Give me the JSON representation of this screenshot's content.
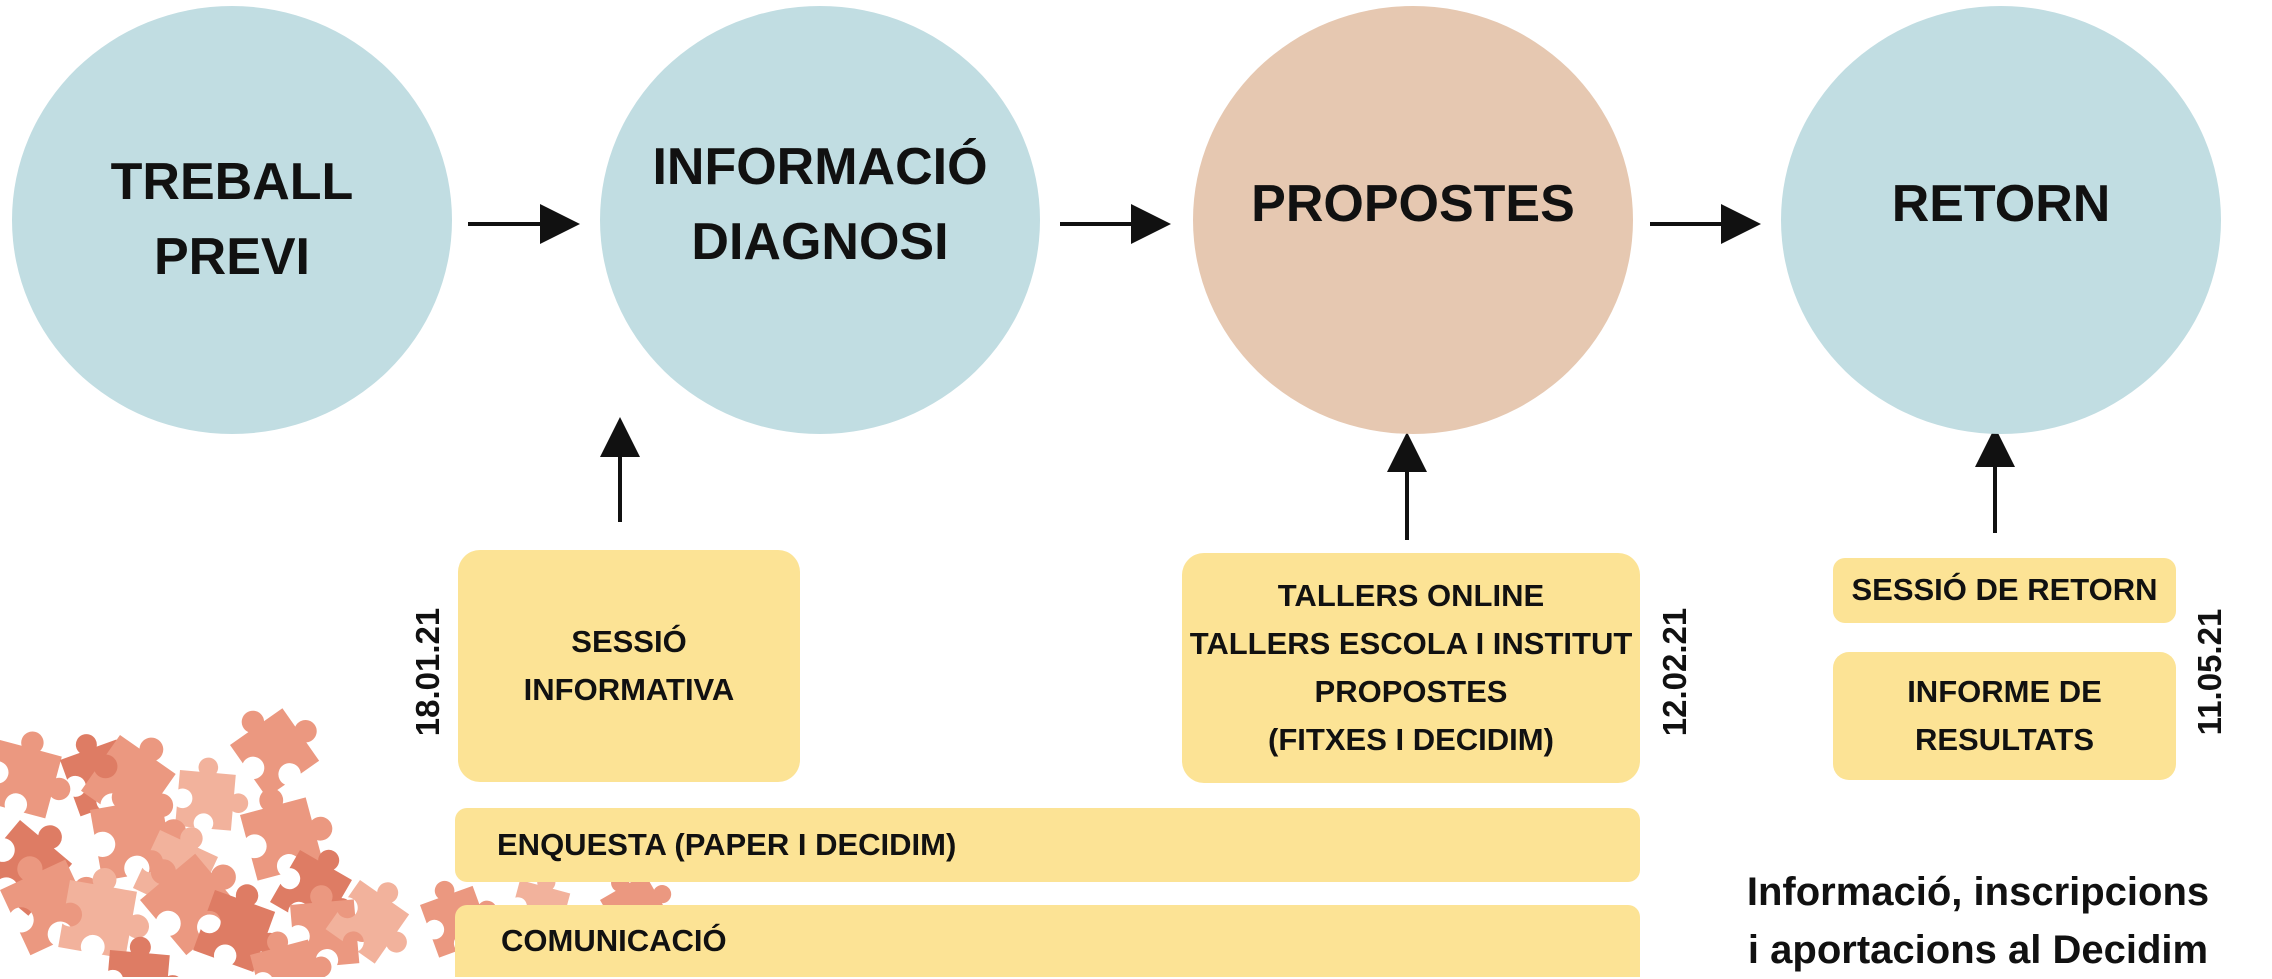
{
  "stages": [
    {
      "id": "treball-previ",
      "label": "TREBALL\nPREVI",
      "color": "#c1dde2"
    },
    {
      "id": "informacio-diagnosi",
      "label": "INFORMACIÓ\nDIAGNOSI",
      "color": "#c1dde2"
    },
    {
      "id": "propostes",
      "label": "PROPOSTES",
      "color": "#e6c8b1"
    },
    {
      "id": "retorn",
      "label": "RETORN",
      "color": "#c1dde2"
    }
  ],
  "activities": {
    "sessio_informativa": "SESSIÓ\nINFORMATIVA",
    "tallers": "TALLERS ONLINE\nTALLERS ESCOLA I INSTITUT\nPROPOSTES\n(FITXES I DECIDIM)",
    "sessio_retorn": "SESSIÓ DE RETORN",
    "informe_resultats": "INFORME DE\nRESULTATS"
  },
  "bars": {
    "enquesta": "ENQUESTA (PAPER I DECIDIM)",
    "comunicacio": "COMUNICACIÓ"
  },
  "dates": {
    "sessio_informativa": "18.01.21",
    "tallers": "12.02.21",
    "retorn": "11.05.21"
  },
  "footer": {
    "text": "Informació, inscripcions\ni aportacions al Decidim"
  },
  "colors": {
    "blue_stage": "#c1dde2",
    "peach_stage": "#e6c8b1",
    "activity_box": "#fce395",
    "puzzle": "#e8876a"
  },
  "decoration": {
    "puzzle_pieces": "puzzle-pieces-icon"
  }
}
